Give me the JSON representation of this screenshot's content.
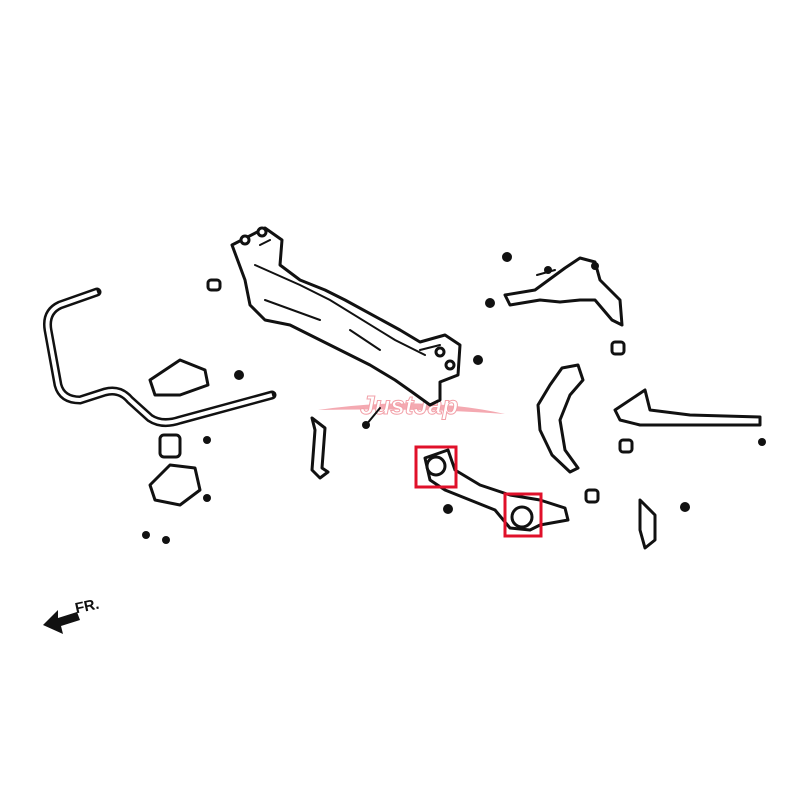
{
  "direction_label": "FR.",
  "watermark": "JustJap",
  "colors": {
    "highlight": "#e0102a",
    "watermark": "#f4a9b1",
    "line": "#111111"
  },
  "highlighted_parts": [
    "lower-arm-inner-bushing",
    "lower-arm-outer-bushing"
  ]
}
